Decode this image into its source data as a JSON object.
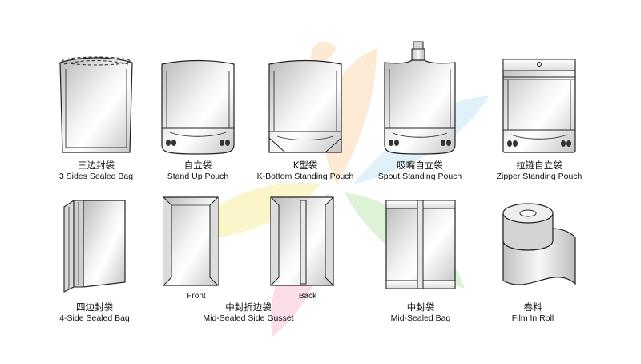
{
  "items": [
    {
      "zh": "三边封袋",
      "en": "3 Sides Sealed Bag"
    },
    {
      "zh": "自立袋",
      "en": "Stand Up Pouch"
    },
    {
      "zh": "K型袋",
      "en": "K-Bottom Standing Pouch"
    },
    {
      "zh": "吸嘴自立袋",
      "en": "Spout Standing Pouch"
    },
    {
      "zh": "拉链自立袋",
      "en": "Zipper Standing Pouch"
    },
    {
      "zh": "四边封袋",
      "en": "4-Side Sealed Bag"
    },
    {
      "zh": "中封折边袋",
      "en": "Mid-Sealed Side Gusset"
    },
    {
      "zh": "中封袋",
      "en": "Mid-Sealed Bag"
    },
    {
      "zh": "卷料",
      "en": "Film In Roll"
    }
  ],
  "gusset_views": {
    "front": "Front",
    "back": "Back"
  }
}
